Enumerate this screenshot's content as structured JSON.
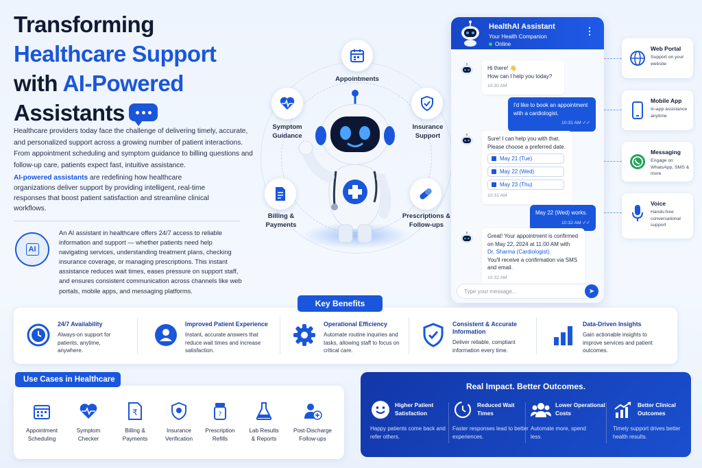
{
  "hero": {
    "title_line1": "Transforming",
    "title_line2": "Healthcare Support",
    "title_line3_pre": "with ",
    "title_line3_hl": "AI-Powered",
    "title_line4": "Assistants",
    "intro": "Healthcare providers today face the challenge of delivering timely, accurate, and personalized support across a growing number of patient interactions. From appointment scheduling and symptom guidance to billing questions and follow-up care, patients expect fast, intuitive assistance.",
    "highlight": "AI-powered assistants",
    "p2_rest": " are redefining how healthcare organizations deliver support by providing intelligent, real-time responses that boost patient satisfaction and streamline clinical workflows.",
    "badge": "AI",
    "p3": "An AI assistant in healthcare offers 24/7 access to reliable information and support — whether patients need help navigating services, understanding treatment plans, checking insurance coverage, or managing prescriptions. This instant assistance reduces wait times, eases pressure on support staff, and ensures consistent communication across channels like web portals, mobile apps, and messaging platforms."
  },
  "features": {
    "appointments": "Appointments",
    "symptom_l1": "Symptom",
    "symptom_l2": "Guidance",
    "insurance_l1": "Insurance",
    "insurance_l2": "Support",
    "billing_l1": "Billing &",
    "billing_l2": "Payments",
    "prescriptions_l1": "Prescriptions &",
    "prescriptions_l2": "Follow-ups"
  },
  "chat": {
    "title": "HealthAI Assistant",
    "subtitle": "Your Health Companion",
    "status": "Online",
    "m1_l1": "Hi there! 👋",
    "m1_l2": "How can I help you today?",
    "m1_time": "10:30 AM",
    "m2_l1": "I'd like to book an appointment",
    "m2_l2": "with a cardiologist.",
    "m2_time": "10:31 AM ✓✓",
    "m3_l1": "Sure! I can help you with that.",
    "m3_l2": "Please choose a preferred date.",
    "date1": "May 21 (Tue)",
    "date2": "May 22 (Wed)",
    "date3": "May 23 (Thu)",
    "m3_time": "10:31 AM",
    "m4_l1": "May 22 (Wed) works.",
    "m4_time": "10:32 AM ✓✓",
    "m5_l1": "Great! Your appointment is confirmed",
    "m5_l2": "on May 22, 2024 at 11:00 AM with",
    "m5_l3": "Dr. Sharma (Cardiologist).",
    "m5_l4": "You'll receive a confirmation via SMS",
    "m5_l5": "and email.",
    "m5_time": "10:32 AM",
    "input_placeholder": "Type your message..."
  },
  "channels": [
    {
      "title": "Web Portal",
      "desc": "Support on your website"
    },
    {
      "title": "Mobile App",
      "desc": "In-app assistance anytime"
    },
    {
      "title": "Messaging",
      "desc": "Engage on WhatsApp, SMS & more"
    },
    {
      "title": "Voice",
      "desc": "Hands-free conversational support"
    }
  ],
  "key_benefits": {
    "heading": "Key Benefits",
    "items": [
      {
        "title": "24/7 Availability",
        "desc": "Always-on support for patients, anytime, anywhere."
      },
      {
        "title": "Improved Patient Experience",
        "desc": "Instant, accurate answers that reduce wait times and increase satisfaction."
      },
      {
        "title": "Operational Efficiency",
        "desc": "Automate routine inquiries and tasks, allowing staff to focus on critical care."
      },
      {
        "title_l1": "Consistent & Accurate",
        "title_l2": "Information",
        "desc": "Deliver reliable, compliant information every time."
      },
      {
        "title": "Data-Driven Insights",
        "desc": "Gain actionable insights to improve services and patient outcomes."
      }
    ]
  },
  "use_cases": {
    "heading": "Use Cases in Healthcare",
    "items": [
      {
        "l1": "Appointment",
        "l2": "Scheduling"
      },
      {
        "l1": "Symptom",
        "l2": "Checker"
      },
      {
        "l1": "Billing &",
        "l2": "Payments"
      },
      {
        "l1": "Insurance",
        "l2": "Verification"
      },
      {
        "l1": "Prescription",
        "l2": "Refills"
      },
      {
        "l1": "Lab Results",
        "l2": "& Reports"
      },
      {
        "l1": "Post-Discharge",
        "l2": "Follow-ups"
      }
    ]
  },
  "impact": {
    "heading": "Real Impact. Better Outcomes.",
    "items": [
      {
        "title": "Higher Patient Satisfaction",
        "desc": "Happy patients come back and refer others."
      },
      {
        "title": "Reduced Wait Times",
        "desc": "Faster responses lead to better experiences."
      },
      {
        "title": "Lower Operational Costs",
        "desc": "Automate more, spend less."
      },
      {
        "title": "Better Clinical Outcomes",
        "desc": "Timely support drives better health results."
      }
    ]
  },
  "colors": {
    "primary": "#1a56db",
    "dark_navy": "#101b33",
    "panel_blue": "#1237a8"
  }
}
